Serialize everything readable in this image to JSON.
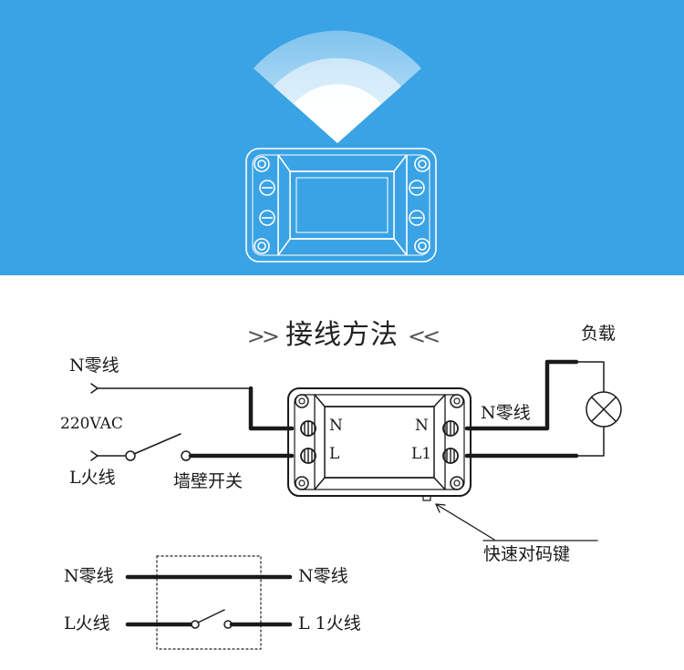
{
  "title": {
    "text": "接线方法",
    "left_marks": ">>",
    "right_marks": "<<"
  },
  "labels": {
    "input_neutral": "N零线",
    "input_voltage": "220VAC",
    "input_live": "L火线",
    "wall_switch": "墙壁开关",
    "load": "负载",
    "output_neutral": "N零线",
    "pairing_key": "快速对码键"
  },
  "module_terminals": {
    "left_top": "N",
    "left_bottom": "L",
    "right_top": "N",
    "right_bottom": "L1"
  },
  "equivalent_circuit": {
    "left_neutral": "N零线",
    "left_live": "L火线",
    "right_neutral": "N零线",
    "right_live": "L 1火线"
  },
  "colors": {
    "hero_background": "#3aa3e5",
    "line_art": "#1a1a1a",
    "wifi": "#ffffff"
  }
}
